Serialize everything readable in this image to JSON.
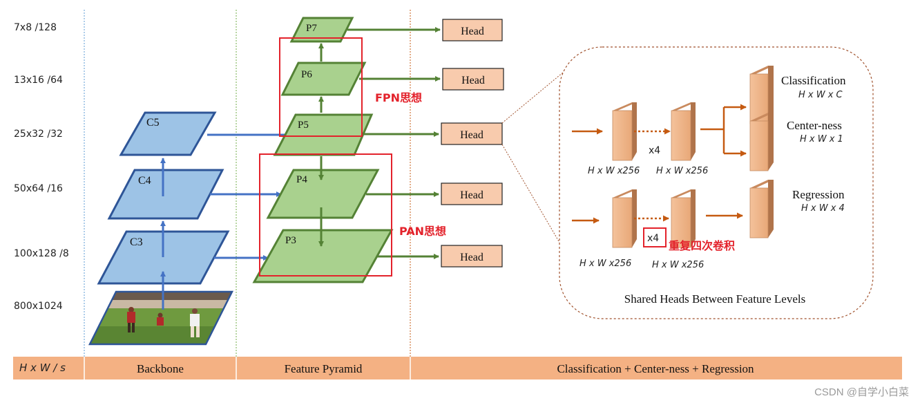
{
  "scales": [
    "7x8  /128",
    "13x16  /64",
    "25x32  /32",
    "50x64  /16",
    "100x128  /8",
    "800x1024"
  ],
  "backbone": {
    "levels": [
      "C5",
      "C4",
      "C3"
    ]
  },
  "pyramid": {
    "levels": [
      "P7",
      "P6",
      "P5",
      "P4",
      "P3"
    ]
  },
  "head_label": "Head",
  "fpn_label": "FPN思想",
  "pan_label": "PAN思想",
  "detail": {
    "classification": "Classification",
    "classification_dims": "H x W x C",
    "centerness": "Center-ness",
    "centerness_dims": "H x W x 1",
    "regression": "Regression",
    "regression_dims": "H x W x 4",
    "dims_256": "H x W x256",
    "x4": "x4",
    "repeat_conv": "重复四次卷积",
    "caption": "Shared Heads Between Feature Levels"
  },
  "bottom_bar": {
    "hws": "H x W  / s",
    "backbone": "Backbone",
    "feature_pyramid": "Feature Pyramid",
    "heads": "Classification + Center-ness + Regression"
  },
  "watermark": "CSDN @自学小白菜",
  "colors": {
    "blue_fill": "#9dc3e6",
    "blue_stroke": "#2e5597",
    "green_fill": "#a9d18e",
    "green_stroke": "#548235",
    "head_fill": "#f8cbad",
    "orange_arrow": "#c55a11",
    "bar_fill": "#f4b183",
    "red_box": "#e3222b"
  }
}
